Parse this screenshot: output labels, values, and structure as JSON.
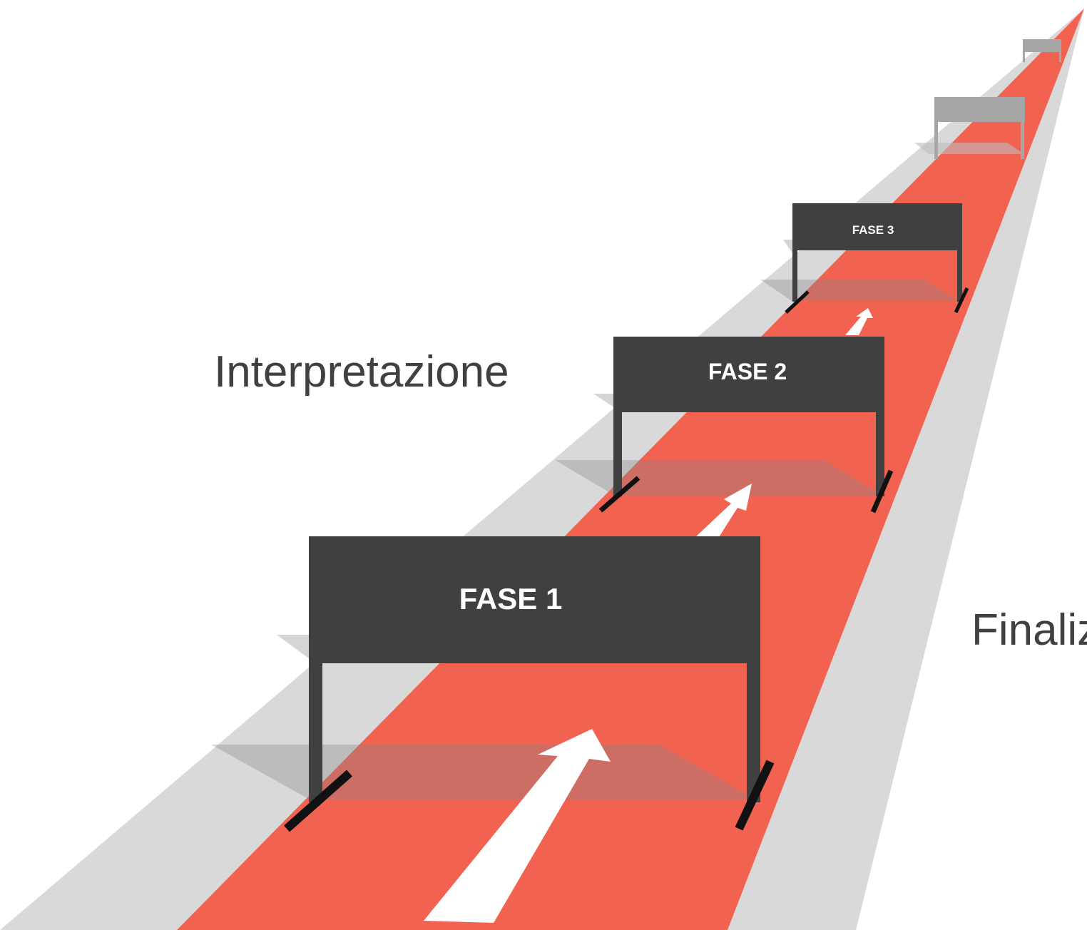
{
  "labels": {
    "interpretazione": "Interpretazione",
    "finalizzazione": "Finaliz"
  },
  "hurdles": [
    {
      "label": "FASE 1"
    },
    {
      "label": "FASE 2"
    },
    {
      "label": "FASE 3"
    },
    {
      "label": ""
    },
    {
      "label": ""
    }
  ],
  "colors": {
    "track": "#F26250",
    "shoulder": "#D9D9D9",
    "hurdle": "#404040",
    "hurdle_far": "#A6A6A6",
    "arrow": "#FFFFFF",
    "label_text": "#404040"
  }
}
